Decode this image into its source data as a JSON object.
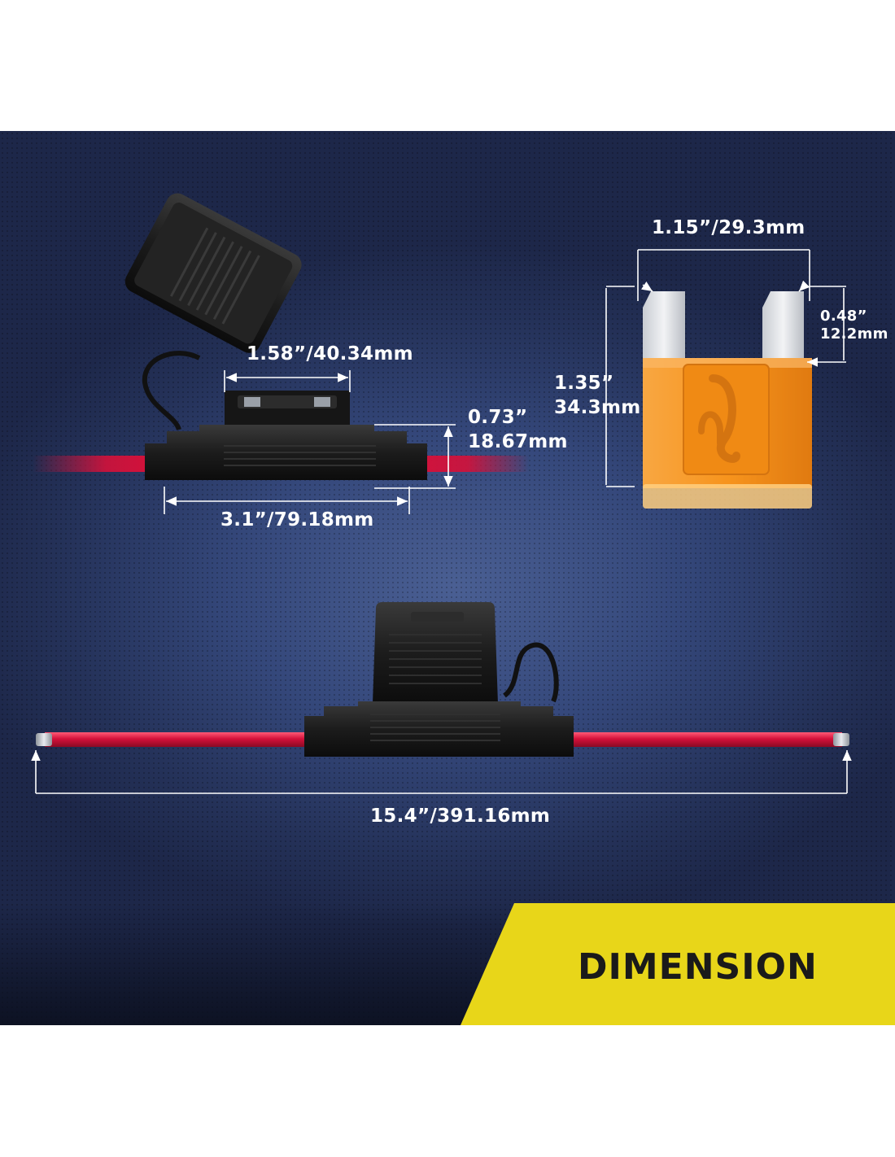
{
  "dimensions": {
    "holder_width": "1.58”/40.34mm",
    "holder_height_in": "0.73”",
    "holder_height_mm": "18.67mm",
    "holder_length": "3.1”/79.18mm",
    "fuse_width": "1.15”/29.3mm",
    "fuse_height_in": "1.35”",
    "fuse_height_mm": "34.3mm",
    "blade_height_in": "0.48”",
    "blade_height_mm": "12.2mm",
    "cable_length": "15.4”/391.16mm"
  },
  "banner": {
    "title": "DIMENSION"
  },
  "colors": {
    "background": "#2e3f6e",
    "banner": "#e8d619",
    "wire": "#d4113a",
    "fuse": "#f7941d",
    "holder": "#1c1c1c"
  }
}
